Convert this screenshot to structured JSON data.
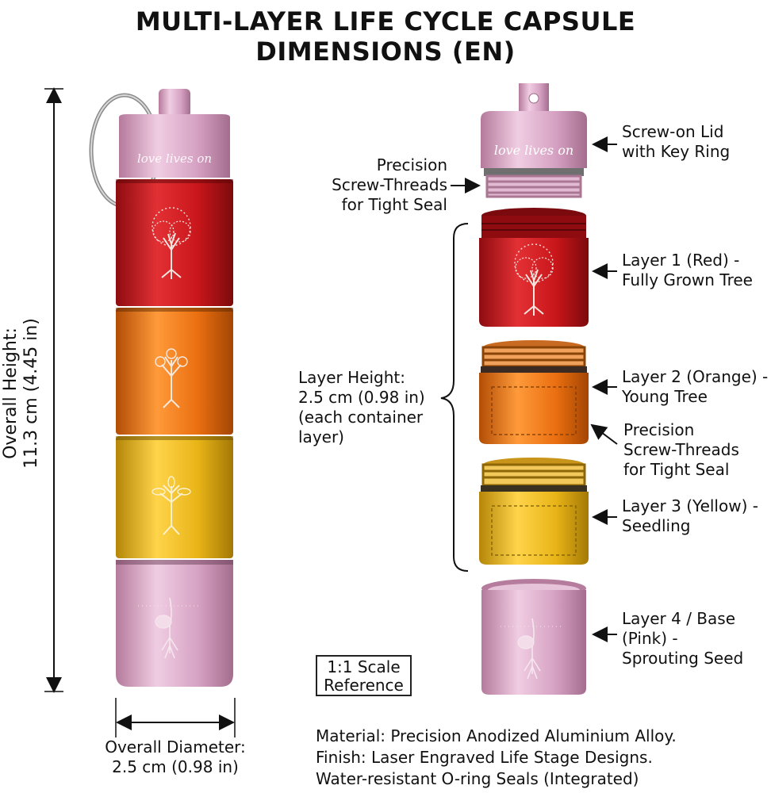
{
  "title": {
    "line1": "MULTI-LAYER LIFE CYCLE CAPSULE",
    "line2": "DIMENSIONS (EN)"
  },
  "engraving": "love lives on",
  "left_dims": {
    "overall_height": "Overall Height:\n11.3 cm (4.45 in)",
    "overall_diameter": "Overall Diameter:\n2.5 cm (0.98 in)"
  },
  "callouts": {
    "lid": "Screw-on Lid\nwith Key Ring",
    "threads_top": "Precision\nScrew-Threads\nfor Tight Seal",
    "layer1": "Layer 1 (Red) -\nFully Grown Tree",
    "layer2": "Layer 2 (Orange) -\nYoung Tree",
    "threads_mid": "Precision\nScrew-Threads\nfor Tight Seal",
    "layer3": "Layer 3 (Yellow) -\nSeedling",
    "layer4": "Layer 4 / Base\n(Pink) -\nSprouting Seed",
    "layer_height": "Layer Height:\n2.5 cm (0.98 in)\n(each container\nlayer)"
  },
  "scale_reference": "1:1 Scale\nReference",
  "footer": {
    "material": "Material: Precision Anodized Aluminium Alloy.",
    "finish": "Finish:  Laser Engraved Life Stage Designs.",
    "seals": "Water-resistant O-ring Seals (Integrated)"
  },
  "colors": {
    "pink": "#d9a8c8",
    "red": "#c8161a",
    "orange": "#ea6f10",
    "yellow": "#e8b417"
  },
  "icons": [
    "key-ring-icon",
    "tree-grown-icon",
    "tree-young-icon",
    "seedling-icon",
    "sprouting-seed-icon"
  ]
}
